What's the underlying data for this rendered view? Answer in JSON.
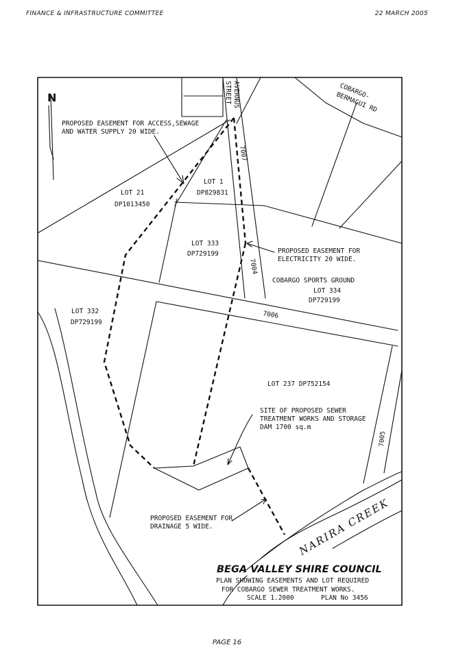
{
  "header": {
    "left": "FINANCE & INFRASTRUCTURE COMMITTEE",
    "right": "22 MARCH 2005"
  },
  "map": {
    "north": "N",
    "roads": {
      "avernus_street_1": "AVERNUS",
      "avernus_street_2": "STREET",
      "cobargo_bermagui_1": "COBARGO-",
      "cobargo_bermagui_2": "BERMAGUI RD",
      "road_7007": "7007",
      "road_7004": "7004",
      "road_7006": "7006",
      "road_7005": "7005"
    },
    "lots": {
      "lot21_name": "LOT 21",
      "lot21_dp": "DP1013450",
      "lot1_name": "LOT 1",
      "lot1_dp": "DP829831",
      "lot333_name": "LOT 333",
      "lot333_dp": "DP729199",
      "lot332_name": "LOT 332",
      "lot332_dp": "DP729199",
      "sports_ground": "COBARGO SPORTS GROUND",
      "lot334_name": "LOT 334",
      "lot334_dp": "DP729199",
      "lot237": "LOT 237  DP752154"
    },
    "notes": {
      "access_1": "PROPOSED EASEMENT FOR ACCESS,SEWAGE",
      "access_2": "AND WATER SUPPLY 20 WIDE.",
      "elec_1": "PROPOSED EASEMENT FOR",
      "elec_2": "ELECTRICITY 20 WIDE.",
      "site_1": "SITE OF PROPOSED SEWER",
      "site_2": "TREATMENT WORKS AND STORAGE",
      "site_3": "DAM 1700 sq.m",
      "drain_1": "PROPOSED EASEMENT FOR",
      "drain_2": "DRAINAGE 5 WIDE."
    },
    "creek": "NARIRA   CREEK",
    "title_block": {
      "council": "BEGA VALLEY SHIRE COUNCIL",
      "line1": "PLAN SHOWING EASEMENTS AND LOT REQUIRED",
      "line2": "FOR COBARGO SEWER TREATMENT WORKS.",
      "scale": "SCALE 1.2000",
      "plan_no": "PLAN No 3456"
    },
    "colors": {
      "ink": "#111111",
      "paper": "#ffffff"
    }
  },
  "footer": {
    "page": "PAGE 16"
  }
}
